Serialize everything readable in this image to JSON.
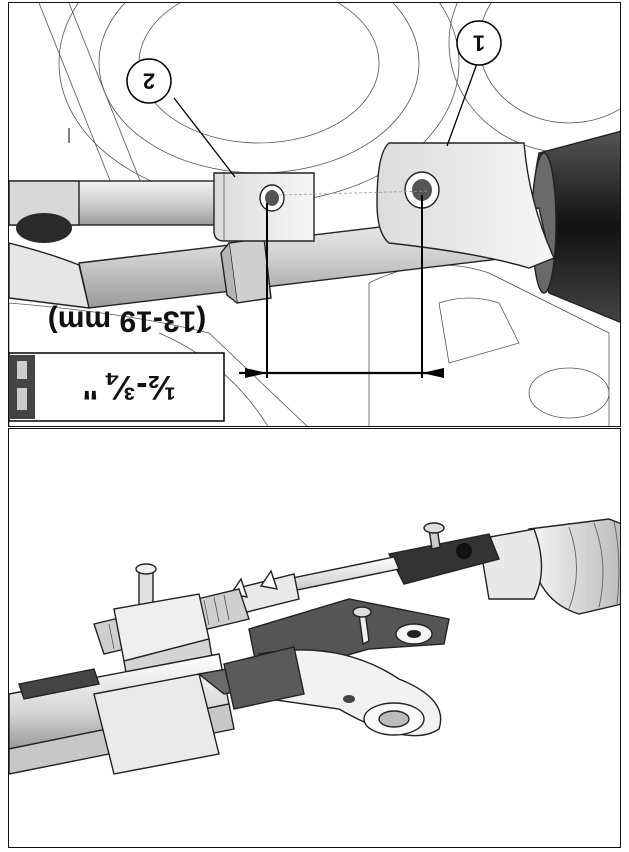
{
  "callouts": [
    {
      "number": "1"
    },
    {
      "number": "2"
    }
  ],
  "dimension": {
    "imperial": "½-¾ \"",
    "metric": "(13-19 mm)"
  },
  "colors": {
    "ink": "#111111",
    "light_gray": "#eeeeee",
    "mid_gray": "#bdbdbd",
    "dark_gray": "#3a3a3a"
  }
}
